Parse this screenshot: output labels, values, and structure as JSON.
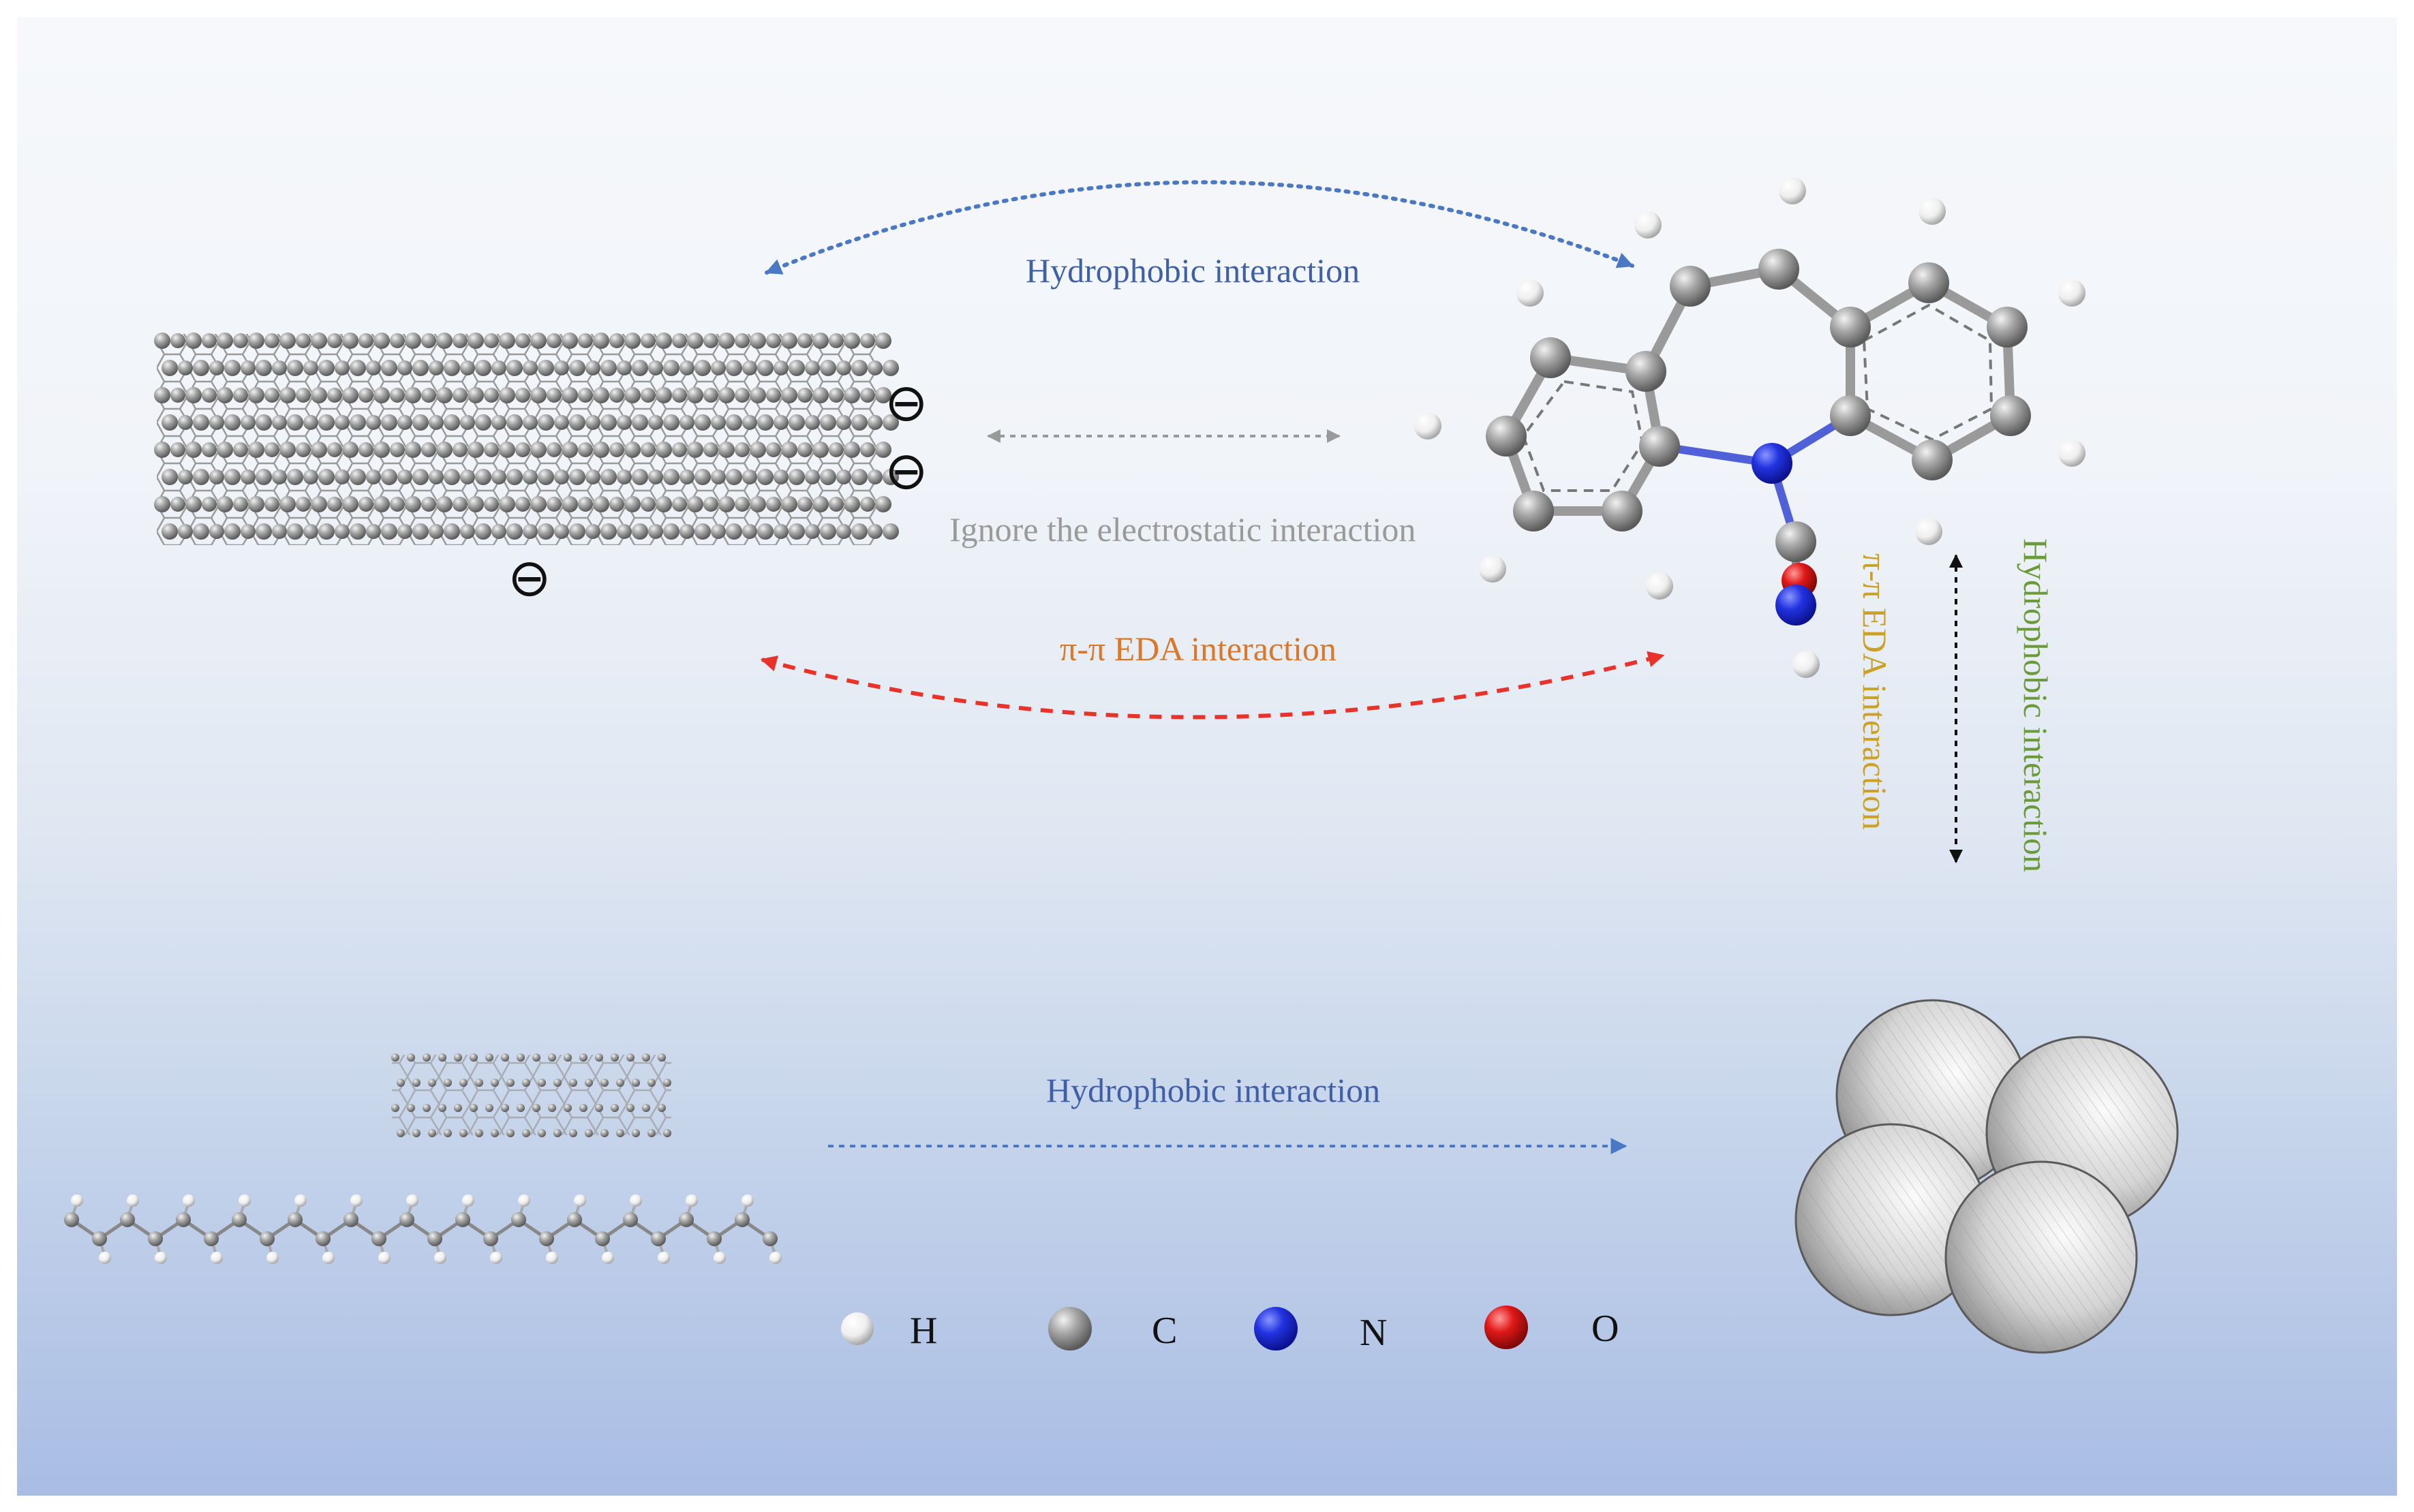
{
  "colors": {
    "hydrophobic_blue": "#3f5fa6",
    "electrostatic_gray": "#9a9a9a",
    "eda_orange": "#d9772a",
    "eda_gold": "#c9a227",
    "hydrophobic_green": "#6b9a3a",
    "eda_arrow_red": "#e8322a",
    "carbon": "#9a9a9a",
    "hydrogen": "#f4f4f4",
    "nitrogen": "#1f2fd6",
    "oxygen": "#e01818"
  },
  "labels": {
    "top_hydrophobic": "Hydrophobic interaction",
    "electrostatic": "Ignore the electrostatic interaction",
    "pi_pi_eda": "π-π EDA interaction",
    "vertical_pi_pi_eda": "π-π EDA interaction",
    "vertical_hydrophobic": "Hydrophobic interaction",
    "bottom_hydrophobic": "Hydrophobic interaction"
  },
  "charges": [
    "⊖",
    "⊖",
    "⊖"
  ],
  "legend": [
    {
      "symbol": "H",
      "element": "hydrogen"
    },
    {
      "symbol": "C",
      "element": "carbon"
    },
    {
      "symbol": "N",
      "element": "nitrogen"
    },
    {
      "symbol": "O",
      "element": "oxygen"
    }
  ]
}
